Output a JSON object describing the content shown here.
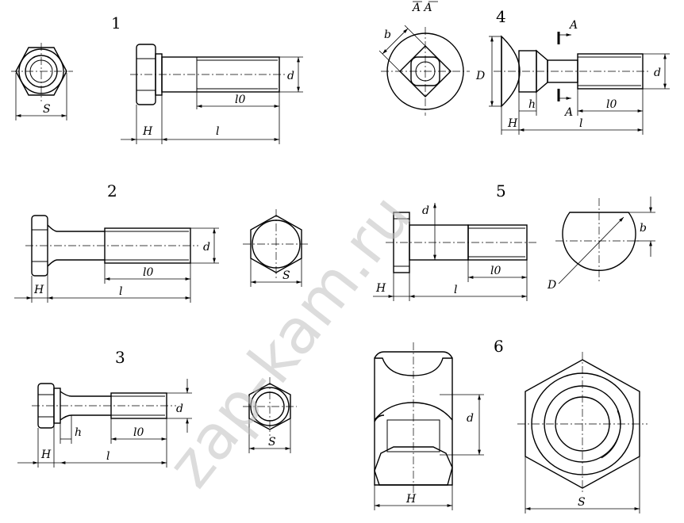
{
  "figure_numbers": [
    "1",
    "2",
    "3",
    "4",
    "5",
    "6"
  ],
  "labels": {
    "S": "S",
    "H": "H",
    "h": "h",
    "l": "l",
    "l0": "l0",
    "d": "d",
    "D": "D",
    "b": "b",
    "A": "A",
    "section": "A A"
  },
  "watermark": "zap-kam.ru"
}
